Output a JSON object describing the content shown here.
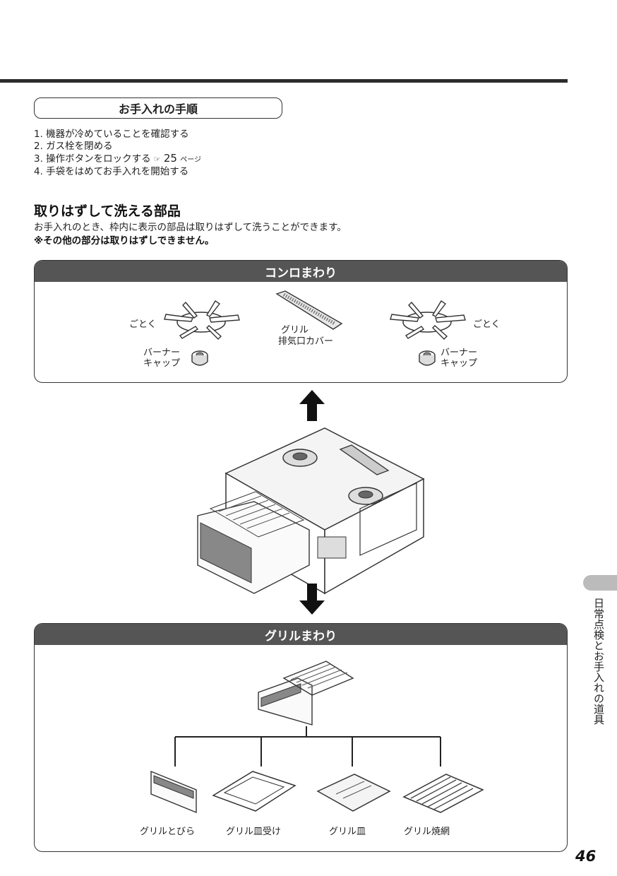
{
  "procedure": {
    "title": "お手入れの手順",
    "steps": [
      "1. 機器が冷めていることを確認する",
      "2. ガス栓を閉める",
      "3. 操作ボタンをロックする",
      "4. 手袋をはめてお手入れを開始する"
    ],
    "ref_icon": "☞",
    "ref_page": "25",
    "ref_suffix": "ページ"
  },
  "section": {
    "title": "取りはずして洗える部品",
    "desc": "お手入れのとき、枠内に表示の部品は取りはずして洗うことができます。",
    "note": "※その他の部分は取りはずしできません。"
  },
  "konro": {
    "header": "コンロまわり",
    "trivet_left": "ごとく",
    "trivet_right": "ごとく",
    "cap_left_1": "バーナー",
    "cap_left_2": "キャップ",
    "cap_right_1": "バーナー",
    "cap_right_2": "キャップ",
    "vent_1": "グリル",
    "vent_2": "排気口カバー"
  },
  "grill": {
    "header": "グリルまわり",
    "parts": [
      "グリルとびら",
      "グリル皿受け",
      "グリル皿",
      "グリル焼網"
    ]
  },
  "side_tab": "日常点検とお手入れの道具",
  "page_number": "46",
  "colors": {
    "header_bg": "#555555",
    "rule": "#2b2b2b",
    "tab": "#bbbbbb"
  },
  "icons": [
    "arrow-up-icon",
    "arrow-down-icon",
    "trivet-icon",
    "burner-cap-icon",
    "vent-cover-icon",
    "stove-illustration",
    "grill-assembly-icon",
    "grill-door-icon",
    "grill-tray-holder-icon",
    "grill-tray-icon",
    "grill-net-icon"
  ]
}
